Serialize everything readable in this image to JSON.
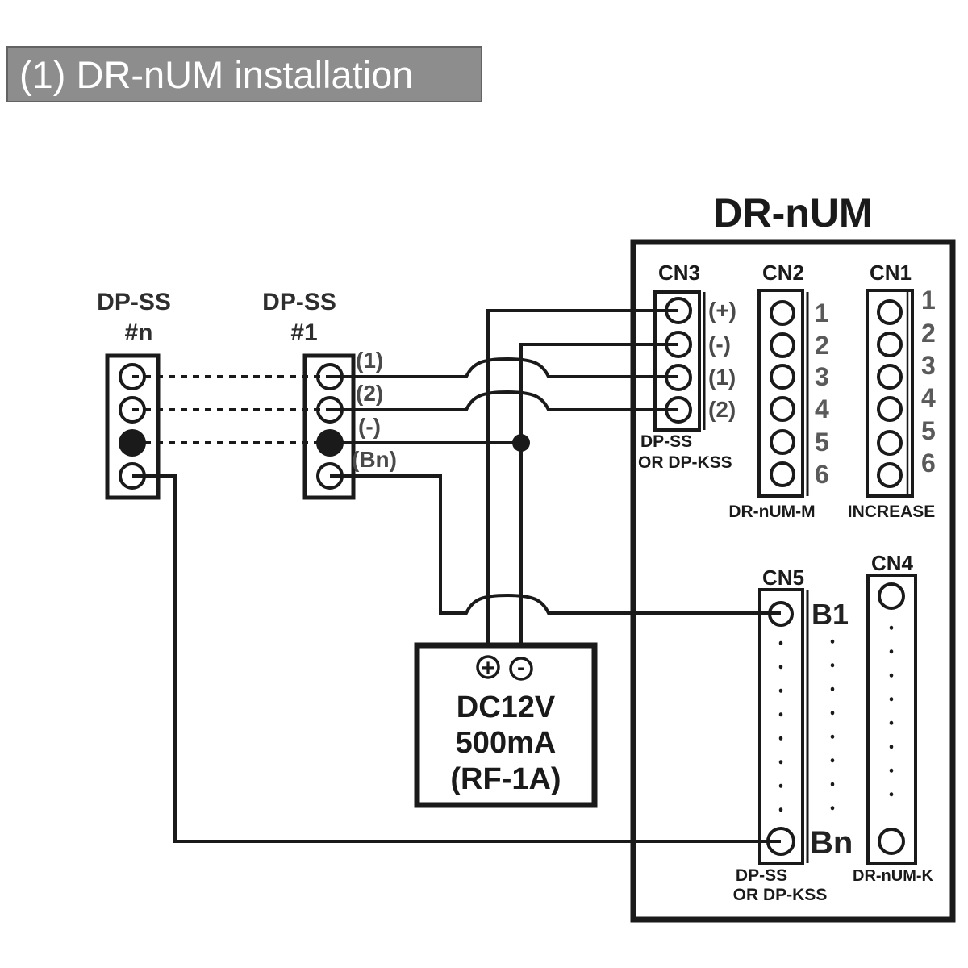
{
  "title": "(1) DR-nUM installation",
  "colors": {
    "ink": "#1a1a1a",
    "titlebar_bg": "#8d8d8d",
    "titlebar_border": "#636363",
    "titlebar_text": "#ffffff",
    "muted_label": "#4a4a4a",
    "pin_number": "#5a5a5a"
  },
  "device": {
    "title": "DR-nUM",
    "cn3": {
      "label": "CN3",
      "pin_labels": [
        "(+)",
        "(-)",
        "(1)",
        "(2)"
      ],
      "sub1": "DP-SS",
      "sub2": "OR DP-KSS"
    },
    "cn2": {
      "label": "CN2",
      "pins": [
        "1",
        "2",
        "3",
        "4",
        "5",
        "6"
      ],
      "sub": "DR-nUM-M"
    },
    "cn1": {
      "label": "CN1",
      "pins": [
        "1",
        "2",
        "3",
        "4",
        "5",
        "6"
      ],
      "sub": "INCREASE"
    },
    "cn5": {
      "label": "CN5",
      "top_pin": "B1",
      "bottom_pin": "Bn",
      "sub1": "DP-SS",
      "sub2": "OR DP-KSS"
    },
    "cn4": {
      "label": "CN4",
      "sub": "DR-nUM-K"
    }
  },
  "stations": [
    {
      "name": "DP-SS",
      "unit": "#n"
    },
    {
      "name": "DP-SS",
      "unit": "#1"
    }
  ],
  "wire_labels": {
    "w1": "(1)",
    "w2": "(2)",
    "wminus": "(-)",
    "wbn": "(Bn)"
  },
  "power": {
    "line1": "DC12V",
    "line2": "500mA",
    "line3": "(RF-1A)",
    "plus": "+",
    "minus": "-"
  }
}
